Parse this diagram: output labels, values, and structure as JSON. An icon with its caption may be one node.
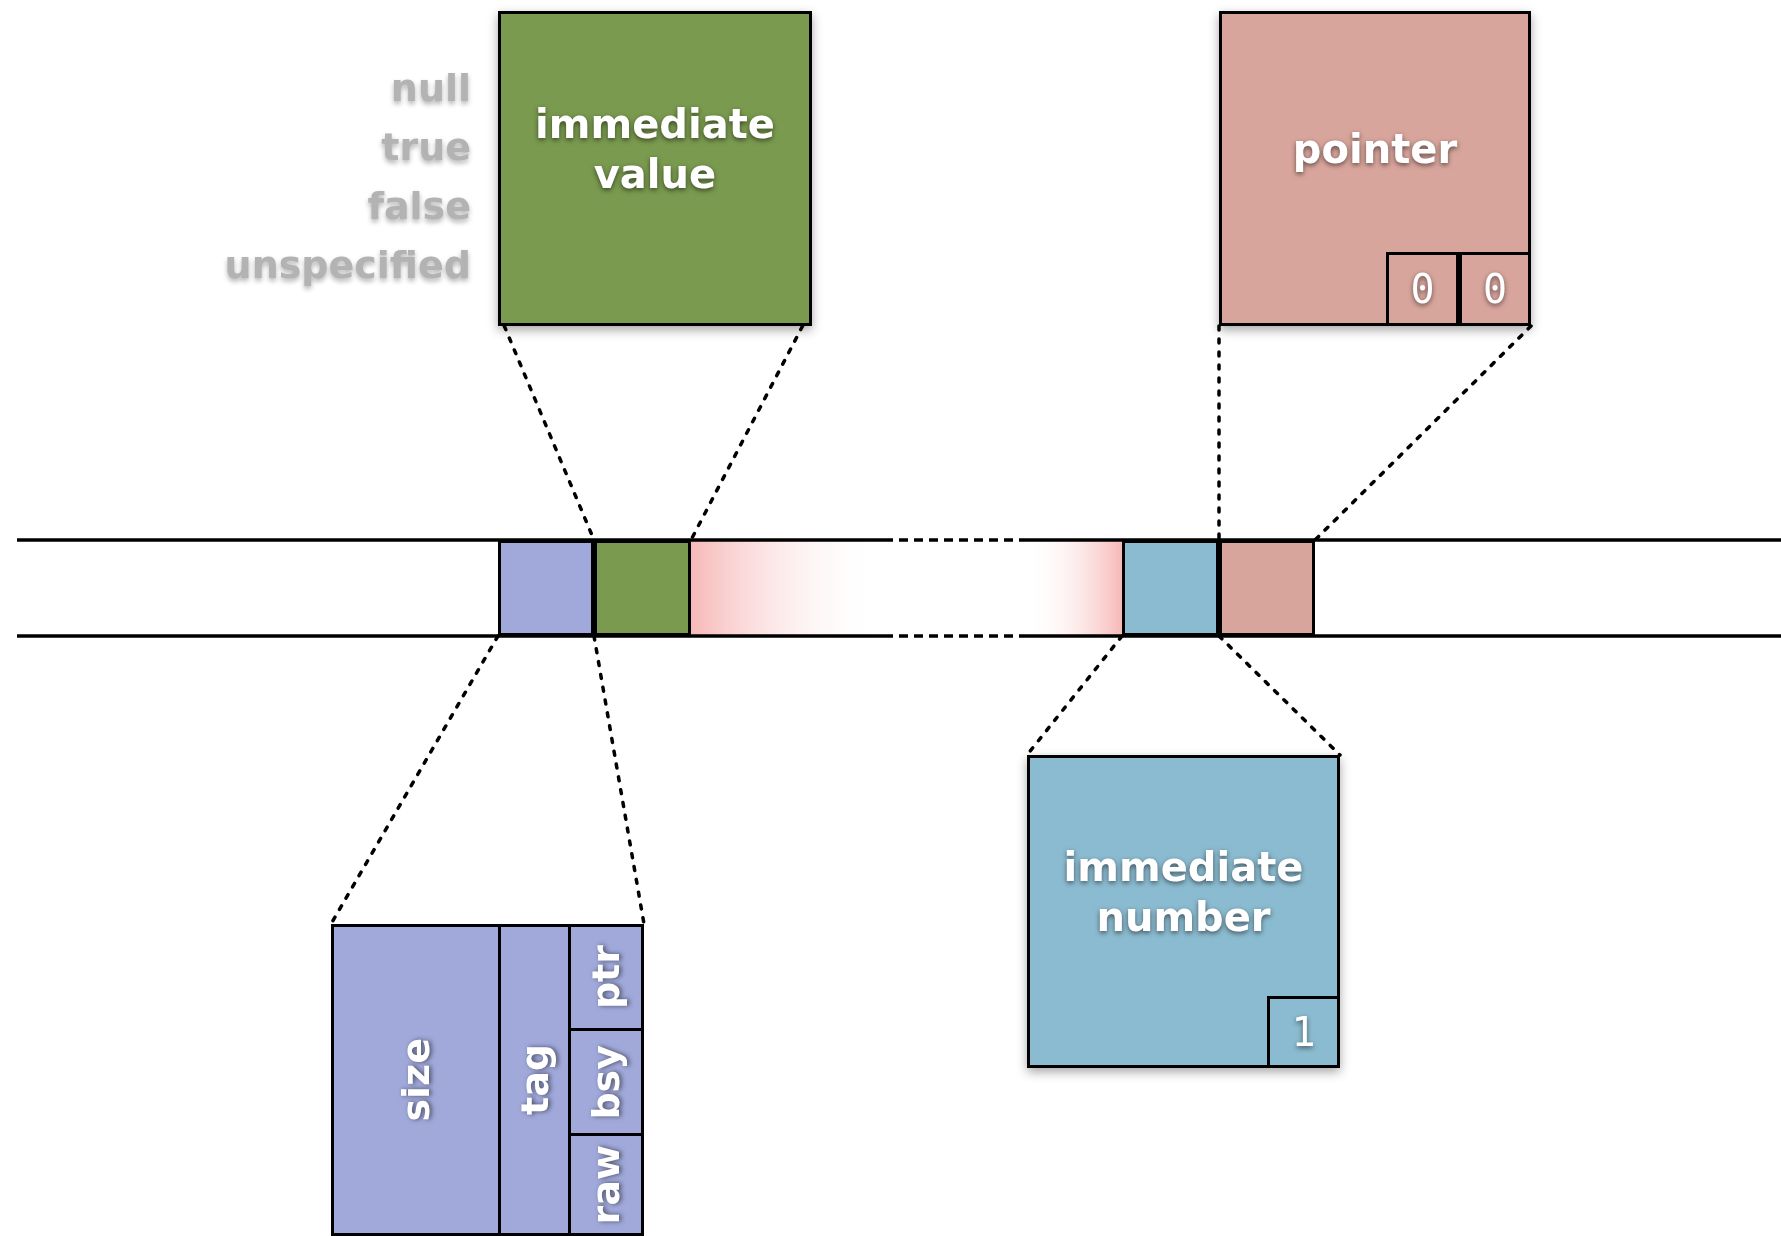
{
  "diagram": {
    "nodes": [
      {
        "text": [
          "immediate value"
        ],
        "beside": [
          "null",
          "true",
          "false",
          "unspecified"
        ]
      },
      {
        "text": [
          "pointer"
        ]
      },
      {
        "text": [
          "0"
        ],
        "in": 1
      },
      {
        "text": [
          "0"
        ],
        "in": 1
      },
      {
        "text": [],
        "shape": "box"
      },
      {
        "text": [],
        "shape": "box"
      },
      {
        "text": [],
        "shape": "box"
      },
      {
        "text": [],
        "shape": "box"
      },
      {
        "text": [
          "immediate number"
        ]
      },
      {
        "text": [
          "1"
        ],
        "in": 8
      },
      {
        "text": [],
        "shape": "box"
      },
      {
        "text": [
          "size"
        ],
        "in": 10
      },
      {
        "text": [
          "tag"
        ],
        "in": 10
      },
      {
        "text": [
          "ptr"
        ],
        "in": 10
      },
      {
        "text": [
          "bsy"
        ],
        "in": 10
      },
      {
        "text": [
          "raw"
        ],
        "in": 10
      }
    ],
    "edges": [
      {
        "from": 0,
        "to": 5,
        "arrow": "none",
        "style": "dashed"
      },
      {
        "from": 0,
        "to": 5,
        "arrow": "none",
        "style": "dashed"
      },
      {
        "from": 1,
        "to": 7,
        "arrow": "none",
        "style": "dashed"
      },
      {
        "from": 1,
        "to": 7,
        "arrow": "none",
        "style": "dashed"
      },
      {
        "from": 4,
        "to": 10,
        "arrow": "none",
        "style": "dashed"
      },
      {
        "from": 4,
        "to": 10,
        "arrow": "none",
        "style": "dashed"
      },
      {
        "from": 6,
        "to": 8,
        "arrow": "none",
        "style": "dashed"
      },
      {
        "from": 6,
        "to": 8,
        "arrow": "none",
        "style": "dashed"
      }
    ]
  }
}
